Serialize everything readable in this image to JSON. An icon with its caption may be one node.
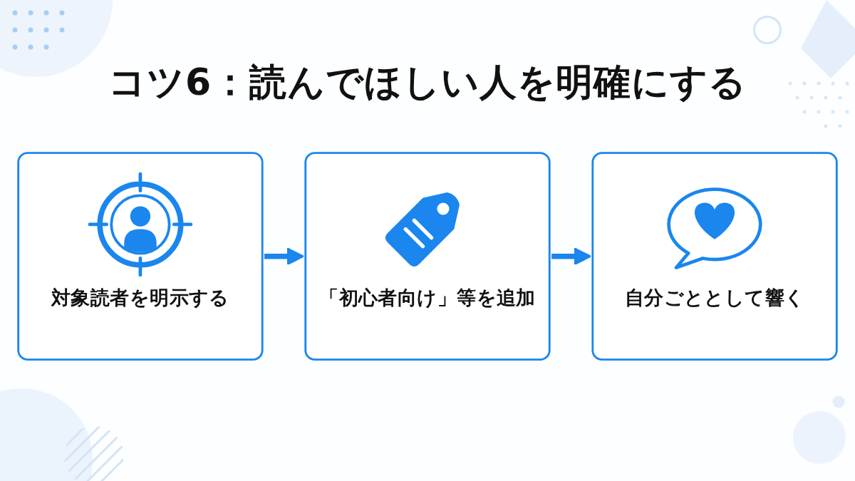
{
  "diagram": {
    "title": "コツ6：読んでほしい人を明確にする",
    "nodes": [
      {
        "text": [
          "対象読者を明示する"
        ]
      },
      {
        "text": [
          "「初心者向け」等を追加"
        ]
      },
      {
        "text": [
          "自分ごととして響く"
        ]
      }
    ],
    "edges": [
      {
        "from": 0,
        "to": 1,
        "arrow": "to"
      },
      {
        "from": 1,
        "to": 2,
        "arrow": "to"
      }
    ]
  }
}
